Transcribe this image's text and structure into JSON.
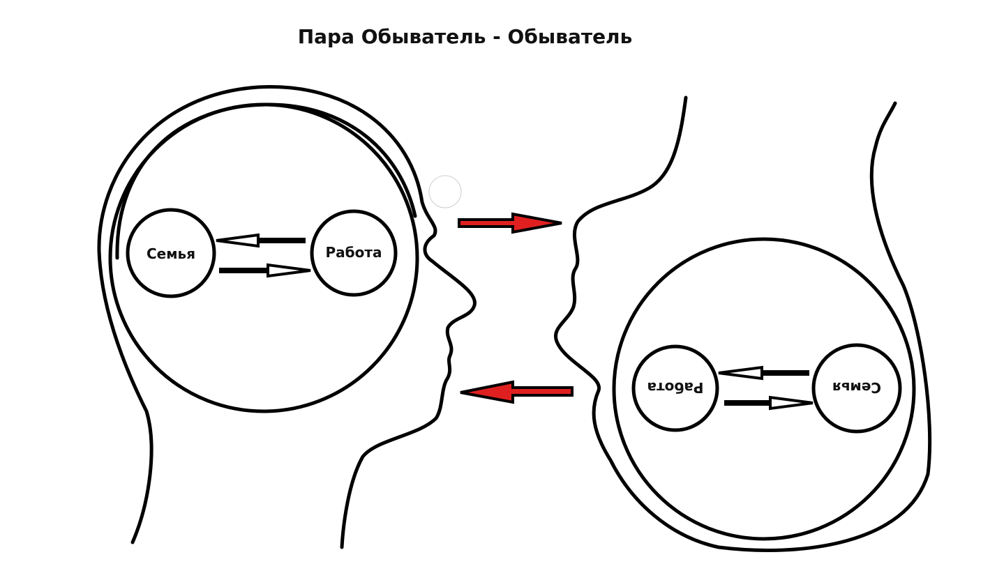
{
  "title": "Пара Обыватель - Обыватель",
  "left_head": {
    "circle_a": "Семья",
    "circle_b": "Работа"
  },
  "right_head": {
    "circle_a": "Семья",
    "circle_b": "Работа"
  },
  "colors": {
    "arrow_red": "#e02020",
    "line": "#000000"
  }
}
